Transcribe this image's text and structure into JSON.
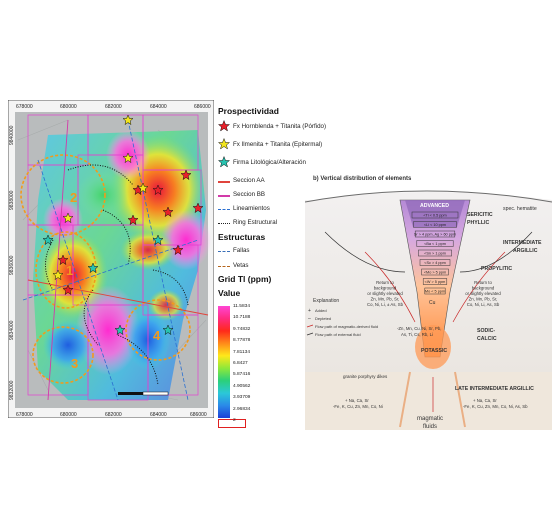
{
  "map": {
    "top_ticks": [
      "678000",
      "680000",
      "682000",
      "684000",
      "686000"
    ],
    "bottom_ticks": [
      "678000",
      "680000",
      "682000",
      "684000",
      "686000"
    ],
    "left_ticks": [
      "9840000",
      "9838000",
      "9836000",
      "9834000",
      "9832000"
    ],
    "zone_numbers": [
      "2",
      "1",
      "3",
      "4"
    ]
  },
  "legend": {
    "title_prospectividad": "Prospectividad",
    "items_prospectividad": [
      {
        "label": "Fx Hornblenda + Titanita (Pórfido)",
        "color": "#e8202a",
        "icon": "star-icon"
      },
      {
        "label": "Fx Ilmenita + Titanita (Epitermal)",
        "color": "#f2e51d",
        "icon": "star-icon"
      },
      {
        "label": "Firma Litológica/Alteración",
        "color": "#27c3b0",
        "icon": "star-icon"
      }
    ],
    "items_lines": [
      {
        "label": "Seccion AA",
        "color": "#e0443c"
      },
      {
        "label": "Seccion BB",
        "color": "#d23aa9"
      },
      {
        "label": "Lineamientos",
        "color": "#2a6fd1"
      },
      {
        "label": "Ring Estructural",
        "color": "#222222"
      }
    ],
    "title_estructuras": "Estructuras",
    "items_estructuras": [
      {
        "label": "Fallas",
        "color": "#3a6fb8"
      },
      {
        "label": "Vetas",
        "color": "#b5651d"
      }
    ],
    "title_grid": "Grid Tl (ppm)",
    "value_label": "Value",
    "scale_values": [
      "11.5834",
      "10.7188",
      "9.74832",
      "8.77878",
      "7.81134",
      "6.8427",
      "5.87416",
      "4.90562",
      "3.93709",
      "2.96834",
      "2"
    ]
  },
  "diagram": {
    "title": "b) Vertical distribution of elements",
    "zones": {
      "advanced": "ADVANCED",
      "sericitic": "SERICITIC",
      "phyllic": "PHYLLIC",
      "spec_hematite": "spec. hematite",
      "intermediate": "INTERMEDIATE",
      "argillic": "ARGILLIC",
      "propylitic": "PROPYLITIC",
      "sodic": "SODIC-",
      "calcic": "CALCIC",
      "potassic": "POTASSIC",
      "late_intermediate_argillic": "LATE INTERMEDIATE ARGILLIC"
    },
    "thresholds": [
      "<Ti < 0.5 ppm",
      "<Li < 10 ppm",
      "Sr > 4 ppm, Ag > 60 ppm",
      "<Ba < 1 ppm",
      "<Sn > 1 ppm",
      "<Sc > 4 ppm",
      "<Mo > 5 ppm",
      "<W > 5 ppm",
      "Mo < 5 ppm"
    ],
    "return_left": [
      "Return to",
      "background",
      "or slightly elevated",
      "Zn, Mn, Pb, Sr,",
      "Co, Ni, Li, ± As, Sb"
    ],
    "return_right": [
      "Return to",
      "background",
      "or slightly elevated",
      "Zn, Mn, Pb, Sr,",
      "Co, Ni, Li, As, Sb"
    ],
    "core_cu": "Cu",
    "depletion_lines": [
      "-Zn, Mn, Cu, Ni, Sr, Pb,",
      "As, Ti, Cs, Rb, Li"
    ],
    "granite": "granite porphyry dikes",
    "bottom_left": [
      "+ Na, Ca, Sr",
      "-Fe, K, Cu, Zn, Mn, Co, Ni"
    ],
    "bottom_right": [
      "+ Na, Ca, Sr",
      "-Fe, K, Cu, Zn, Mn, Co, Ni, As, Sb"
    ],
    "magmatic": [
      "magmatic",
      "fluids"
    ],
    "explanation_title": "Explanation",
    "explanation_items": [
      "Added",
      "Depleted",
      "Flow path of magmatic-derived fluid",
      "Flow path of external fluid"
    ]
  }
}
